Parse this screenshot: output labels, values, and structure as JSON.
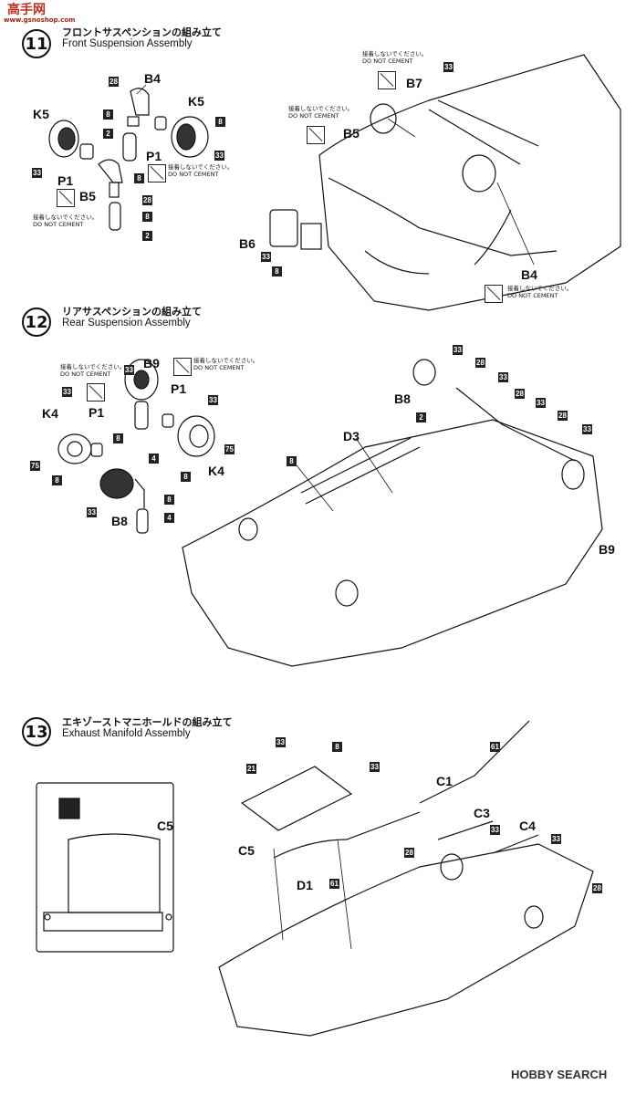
{
  "watermark": {
    "site_top": "高手网",
    "site_sub": "www.gsnoshop.com",
    "brand": "HOBBY SEARCH"
  },
  "steps": [
    {
      "number": "11",
      "title_jp": "フロントサスペンションの組み立て",
      "title_en": "Front Suspension Assembly"
    },
    {
      "number": "12",
      "title_jp": "リアサスペンションの組み立て",
      "title_en": "Rear Suspension Assembly"
    },
    {
      "number": "13",
      "title_jp": "エキゾーストマニホールドの組み立て",
      "title_en": "Exhaust Manifold Assembly"
    }
  ],
  "caution": {
    "jp": "接着しないでください。",
    "en": "DO NOT CEMENT"
  },
  "labels": {
    "B4": "B4",
    "K5": "K5",
    "P1": "P1",
    "B5": "B5",
    "B7": "B7",
    "B6": "B6",
    "B9": "B9",
    "K4": "K4",
    "B8": "B8",
    "D3": "D3",
    "C1": "C1",
    "C3": "C3",
    "C4": "C4",
    "C5": "C5",
    "D1": "D1"
  },
  "numbers": {
    "n28": "28",
    "n8": "8",
    "n2": "2",
    "n33": "33",
    "n4": "4",
    "n75": "75",
    "n21": "21",
    "n61": "61"
  }
}
